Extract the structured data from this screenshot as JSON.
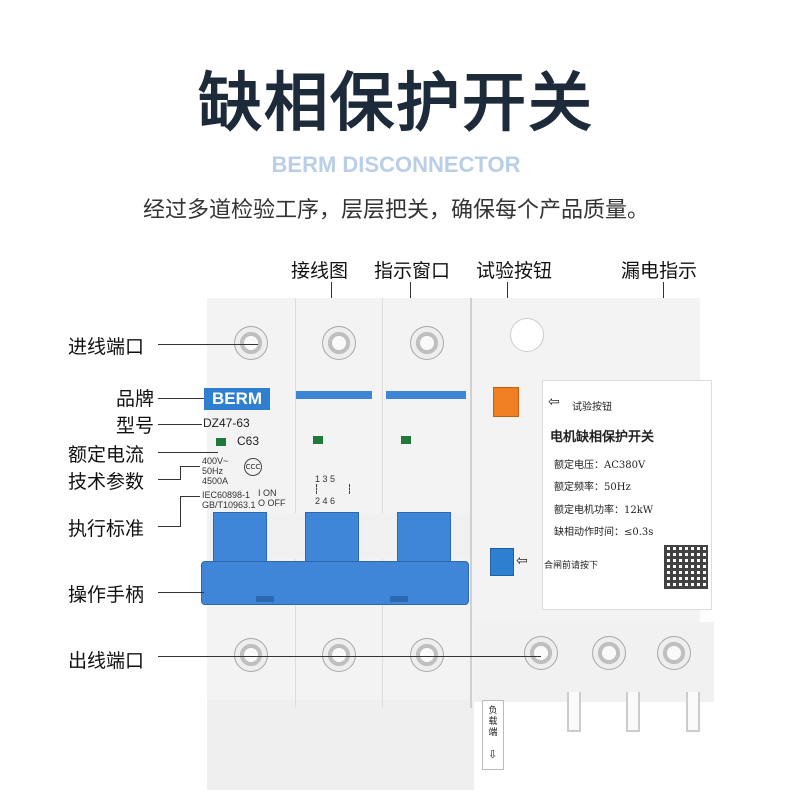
{
  "header": {
    "title": "缺相保护开关",
    "subtitle": "BERM DISCONNECTOR",
    "slogan": "经过多道检验工序，层层把关，确保每个产品质量。"
  },
  "callouts_top": [
    "接线图",
    "指示窗口",
    "试验按钮",
    "漏电指示"
  ],
  "callouts_left": {
    "input_terminal": "进线端口",
    "brand": "品牌",
    "model": "型号",
    "rated_current": "额定电流",
    "tech_params": "技术参数",
    "standard": "执行标准",
    "handle": "操作手柄",
    "output_terminal": "出线端口"
  },
  "device": {
    "brand_logo": "BERM",
    "model": "DZ47-63",
    "current": "C63",
    "params": [
      "400V~",
      "50Hz",
      "4500A"
    ],
    "standards": [
      "IEC60898-1",
      "GB/T10963.1"
    ],
    "on_label": "I ON",
    "off_label": "O OFF",
    "wiring_top": "1 3 5",
    "wiring_bottom": "2 4 6",
    "test_label": "试验按钮",
    "panel_title": "电机缺相保护开关",
    "specs": [
      "额定电压：AC380V",
      "额定频率：50Hz",
      "额定电机功率：12kW",
      "缺相动作时间：≤0.3s"
    ],
    "reset_label": "合闸前请按下",
    "load_label": "负载端"
  }
}
